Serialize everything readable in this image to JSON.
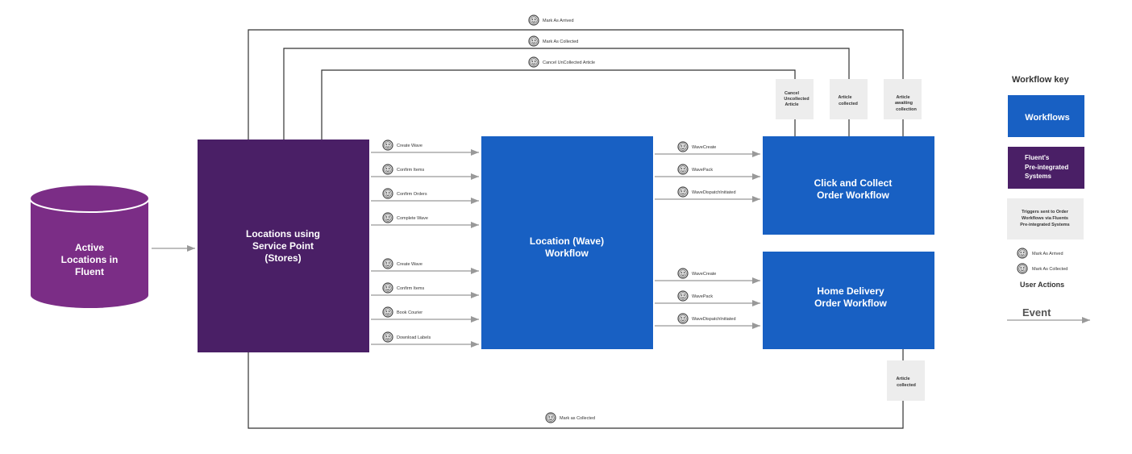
{
  "colors": {
    "workflow_blue": "#1860C3",
    "system_purple": "#4A1F66",
    "cylinder_purple": "#7B2D86",
    "note_gray": "#EDEDED",
    "arrow_gray": "#999999",
    "line_dark": "#333333"
  },
  "nodes": {
    "active_locations": [
      "Active",
      "Locations in",
      "Fluent"
    ],
    "service_point": [
      "Locations using",
      "Service Point",
      "(Stores)"
    ],
    "location_wave": [
      "Location (Wave)",
      "Workflow"
    ],
    "click_collect": [
      "Click and Collect",
      "Order Workflow"
    ],
    "home_delivery": [
      "Home Delivery",
      "Order Workflow"
    ]
  },
  "notes": {
    "cancel_uncollected": [
      "Cancel",
      "Uncollected",
      "Article"
    ],
    "article_collected_top": [
      "Article",
      "collected"
    ],
    "article_awaiting": [
      "Article",
      "awaiting",
      "collection"
    ],
    "article_collected_bottom": [
      "Article",
      "collected"
    ]
  },
  "loop_actions": {
    "mark_as_arrived": "Mark As Arrived",
    "mark_as_collected": "Mark As Collected",
    "cancel_uncollected": "Cancel UnCollected Article",
    "mark_as_collected_bottom": "Mark as Collected"
  },
  "user_actions_to_wave": [
    "Create Wave",
    "Confirm Items",
    "Confirm Orders",
    "Complete Wave",
    "Create Wave",
    "Confirm Items",
    "Book Courier",
    "Download Labels"
  ],
  "events_to_click_collect": [
    "WaveCreate",
    "WavePack",
    "WaveDispatchInitiated"
  ],
  "events_to_home_delivery": [
    "WaveCreate",
    "WavePack",
    "WaveDispatchInitiated"
  ],
  "legend": {
    "title": "Workflow key",
    "workflows": "Workflows",
    "systems": [
      "Fluent's",
      "Pre-integrated",
      "Systems"
    ],
    "triggers": [
      "Triggers sent to Order",
      "Workflows via Fluents",
      "Pre-integrated Systems"
    ],
    "user_action_examples": [
      "Mark As Arrived",
      "Mark As Collected"
    ],
    "user_actions_label": "User Actions",
    "event_label": "Event"
  }
}
